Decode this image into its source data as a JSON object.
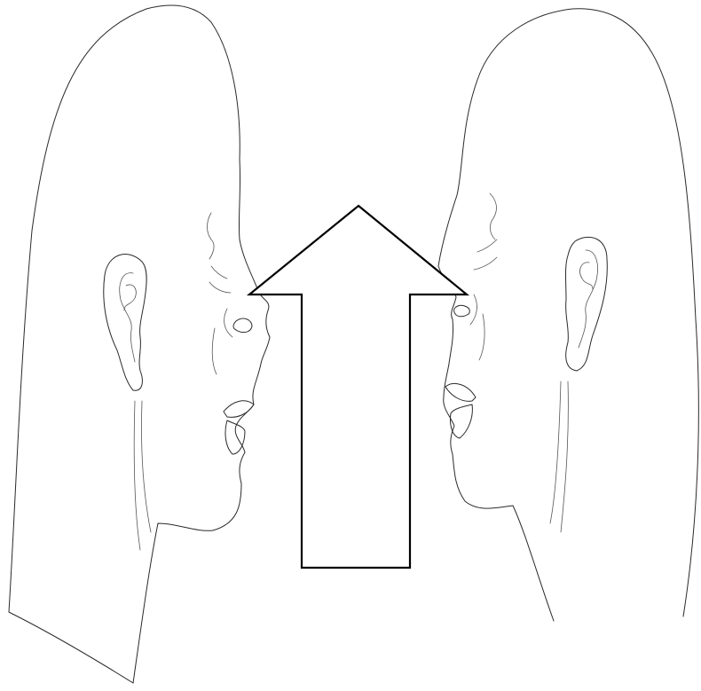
{
  "figure": {
    "background_color": "#ffffff",
    "line_color": "#2a2a2a",
    "arrow_color": "#000000",
    "arrow_direction": "up",
    "left_head_facing": "right",
    "right_head_facing": "left"
  }
}
